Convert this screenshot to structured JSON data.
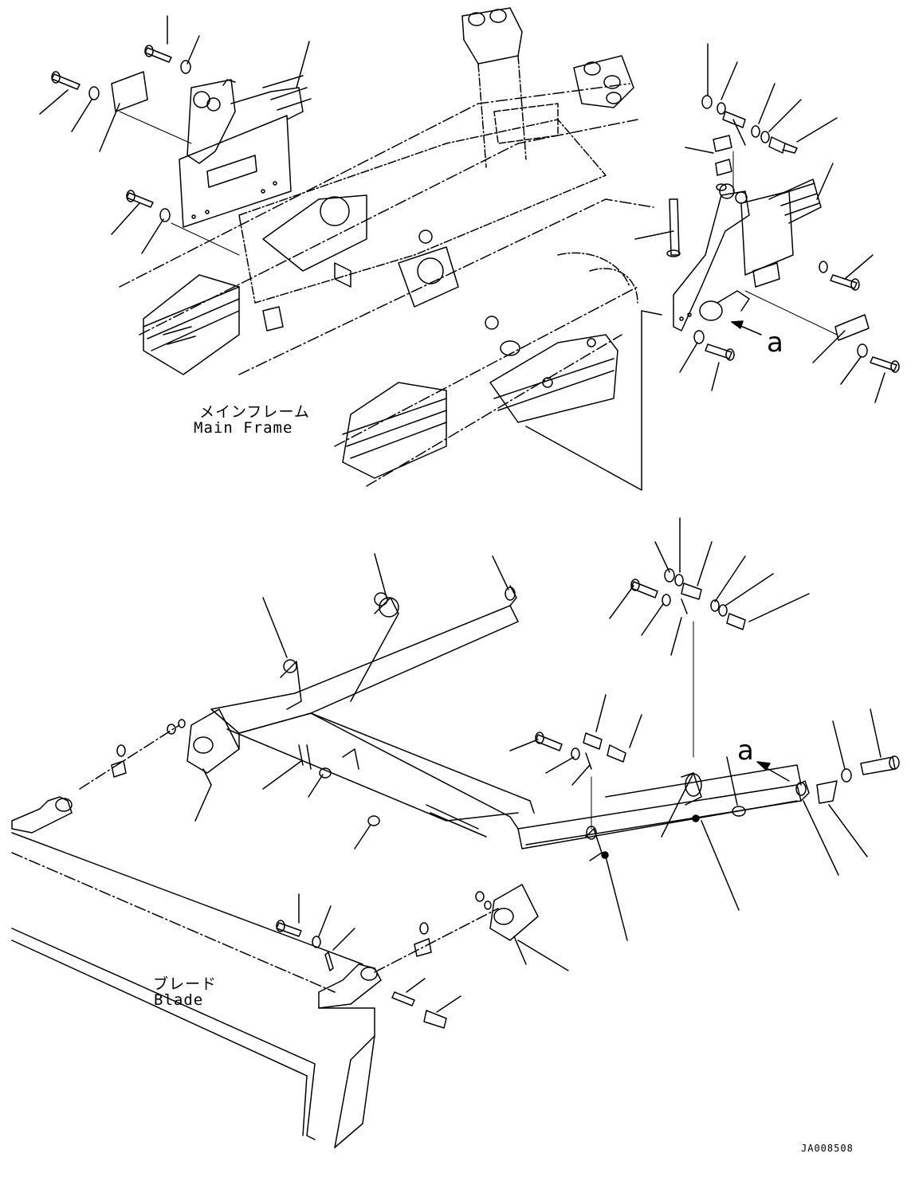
{
  "labels": {
    "main_frame_jp": "メインフレーム",
    "main_frame_en": "Main Frame",
    "blade_jp": "ブレード",
    "blade_en": "Blade",
    "ref_a_upper": "a",
    "ref_a_lower": "a",
    "figure_id": "JA008508"
  },
  "colors": {
    "line": "#000000",
    "background": "#ffffff"
  }
}
